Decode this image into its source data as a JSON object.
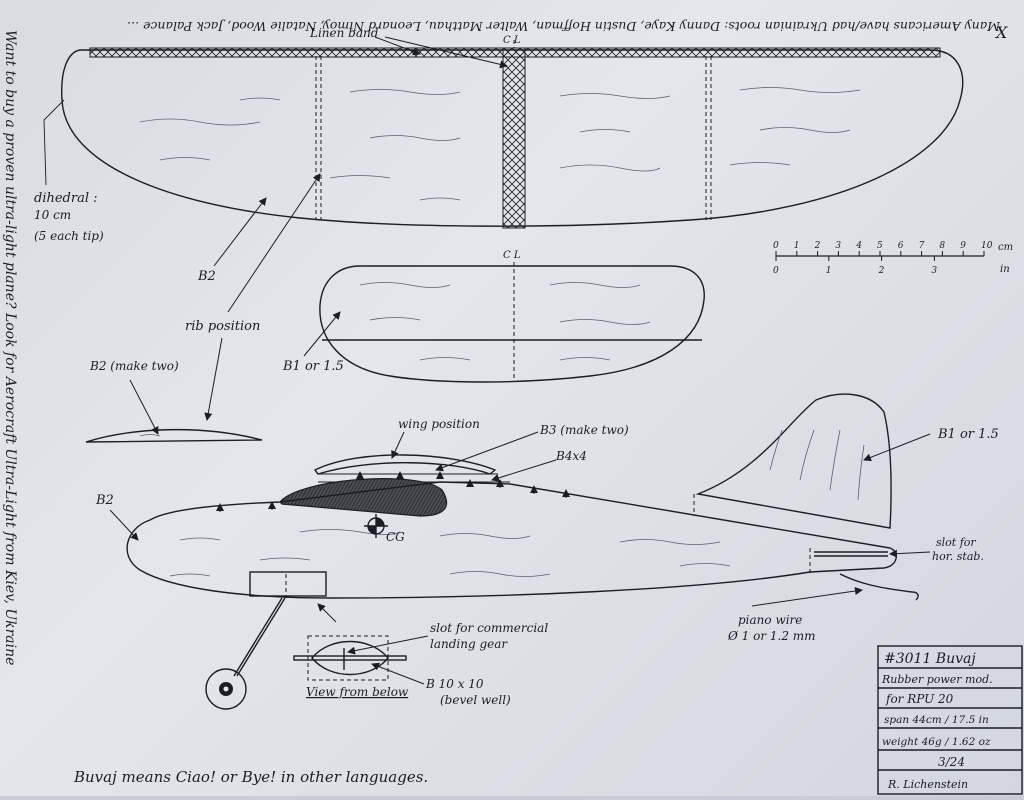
{
  "header_note": "Many Americans have/had Ukrainian roots: Danny Kaye, Dustin Hoffman, Walter Matthau, Leonard Nimoy, Natalie Wood, Jack Palance ...",
  "side_note": "Want to buy a proven ultra-light plane? Look for Aerocraft Ultra-Light from Kiev, Ukraine",
  "footer_note": "Buvaj means Ciao! or Bye! in other languages.",
  "corner_mark": "X",
  "wing": {
    "centerline": "C L",
    "linen_band_label": "Linen band",
    "dihedral_label": "dihedral :",
    "dihedral_value": "10 cm",
    "dihedral_note": "(5 each tip)",
    "material": "B2",
    "rib_label": "rib position"
  },
  "stabilizer": {
    "centerline": "C L",
    "material": "B1 or 1.5"
  },
  "rib": {
    "label": "B2 (make two)"
  },
  "fuselage": {
    "material": "B2",
    "wing_position_label": "wing position",
    "b3_label": "B3 (make two)",
    "b4_label": "B4x4",
    "cg_label": "CG",
    "fin_material": "B1 or 1.5",
    "slot_label_1": "slot for",
    "slot_label_2": "hor. stab.",
    "piano_wire_label_1": "piano wire",
    "piano_wire_label_2": "Ø 1 or 1.2 mm"
  },
  "gear_detail": {
    "slot_label_1": "slot for commercial",
    "slot_label_2": "landing gear",
    "view_label": "View from below",
    "block_label": "B 10 x 10",
    "block_note": "(bevel well)"
  },
  "scale": {
    "cm_ticks": [
      "0",
      "1",
      "2",
      "3",
      "4",
      "5",
      "6",
      "7",
      "8",
      "9",
      "10"
    ],
    "cm_unit": "cm",
    "in_ticks": [
      "0",
      "1",
      "2",
      "3"
    ],
    "in_unit": "in"
  },
  "title_block": {
    "number": "#3011 Buvaj",
    "line1": "Rubber power mod.",
    "line2": "for RPU 20",
    "line3": "span 44cm / 17.5 in",
    "line4": "weight 46g / 1.62 oz",
    "date": "3/24",
    "signature": "R. Lichenstein"
  }
}
